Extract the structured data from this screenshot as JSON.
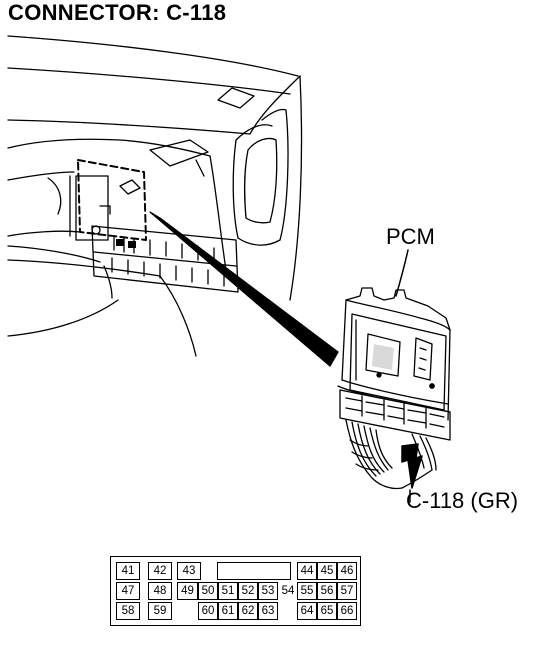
{
  "title": "CONNECTOR: C-118",
  "labels": {
    "component": "PCM",
    "connector": "C-118 (GR)"
  },
  "connector_face": {
    "rows": [
      [
        {
          "pin": "41",
          "box": true
        },
        {
          "pin": "42",
          "box": true
        },
        {
          "pin": "43",
          "box": true
        },
        {
          "pin": "",
          "box": false
        },
        {
          "pin": "",
          "box": false
        },
        {
          "pin": "",
          "box": false
        },
        {
          "pin": "",
          "box": false
        },
        {
          "pin": "",
          "box": false
        },
        {
          "pin": "",
          "box": false
        },
        {
          "pin": "44",
          "box": true
        },
        {
          "pin": "45",
          "box": true
        },
        {
          "pin": "46",
          "box": true
        }
      ],
      [
        {
          "pin": "47",
          "box": true
        },
        {
          "pin": "48",
          "box": true
        },
        {
          "pin": "49",
          "box": true
        },
        {
          "pin": "50",
          "box": true
        },
        {
          "pin": "51",
          "box": true
        },
        {
          "pin": "52",
          "box": true
        },
        {
          "pin": "53",
          "box": true
        },
        {
          "pin": "54",
          "box": false
        },
        {
          "pin": "55",
          "box": true
        },
        {
          "pin": "56",
          "box": true
        },
        {
          "pin": "57",
          "box": true
        }
      ],
      [
        {
          "pin": "58",
          "box": true
        },
        {
          "pin": "59",
          "box": true
        },
        {
          "pin": "",
          "box": false
        },
        {
          "pin": "60",
          "box": true
        },
        {
          "pin": "61",
          "box": true
        },
        {
          "pin": "62",
          "box": true
        },
        {
          "pin": "63",
          "box": true
        },
        {
          "pin": "",
          "box": false
        },
        {
          "pin": "64",
          "box": true
        },
        {
          "pin": "65",
          "box": true
        },
        {
          "pin": "66",
          "box": true
        }
      ]
    ]
  }
}
